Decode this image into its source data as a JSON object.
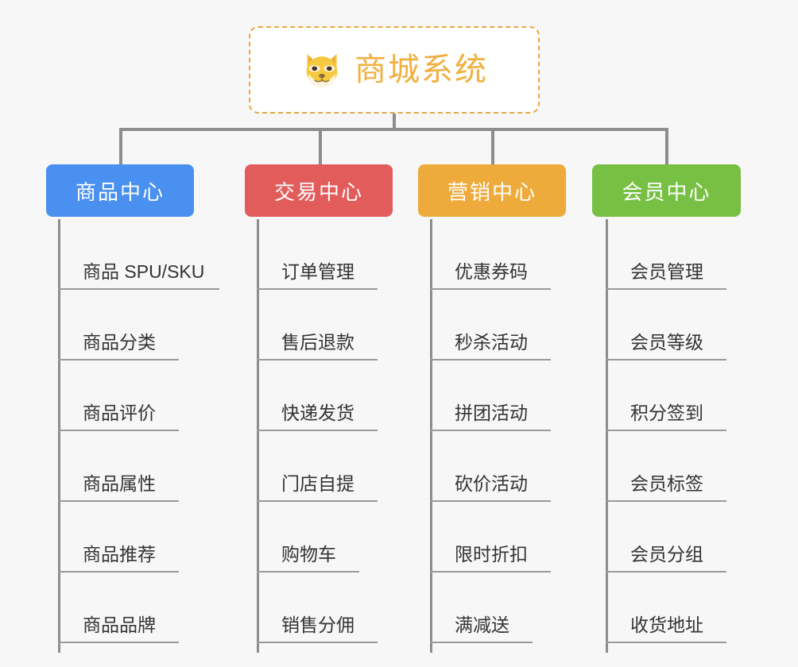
{
  "page": {
    "background_color": "#f7f7f7",
    "type": "mindmap-org-chart"
  },
  "root": {
    "title": "商城系统",
    "icon": "shiba-dog-face-emoji",
    "border_color": "#eaa640",
    "text_color": "#f0b040",
    "background_color": "#ffffff"
  },
  "connector": {
    "color": "#8d8d8d"
  },
  "branches": [
    {
      "title": "商品中心",
      "color": "#4a90f0",
      "items": [
        "商品 SPU/SKU",
        "商品分类",
        "商品评价",
        "商品属性",
        "商品推荐",
        "商品品牌"
      ]
    },
    {
      "title": "交易中心",
      "color": "#e35c5c",
      "items": [
        "订单管理",
        "售后退款",
        "快递发货",
        "门店自提",
        "购物车",
        "销售分佣"
      ]
    },
    {
      "title": "营销中心",
      "color": "#eeab3c",
      "items": [
        "优惠券码",
        "秒杀活动",
        "拼团活动",
        "砍价活动",
        "限时折扣",
        "满减送"
      ]
    },
    {
      "title": "会员中心",
      "color": "#77c043",
      "items": [
        "会员管理",
        "会员等级",
        "积分签到",
        "会员标签",
        "会员分组",
        "收货地址"
      ]
    }
  ]
}
